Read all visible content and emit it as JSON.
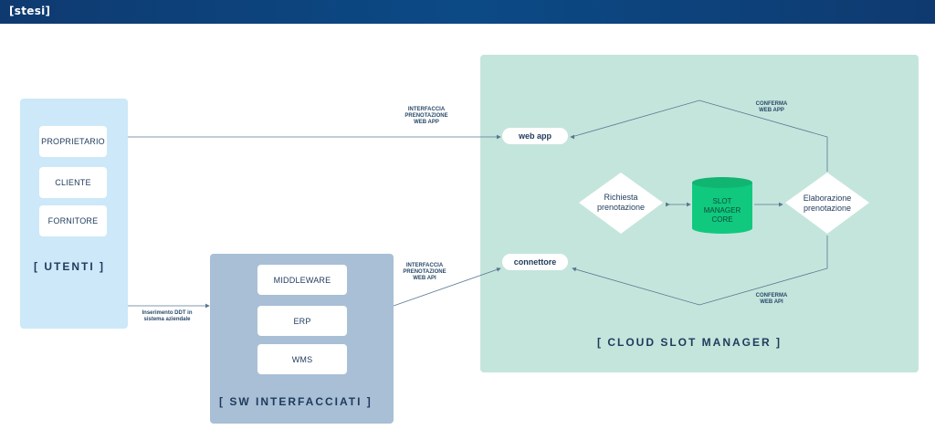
{
  "header": {
    "logo": "[stesi]"
  },
  "users": {
    "title": "[ UTENTI ]",
    "items": [
      "PROPRIETARIO",
      "CLIENTE",
      "FORNITORE"
    ]
  },
  "sw": {
    "title": "[ SW INTERFACCIATI ]",
    "items": [
      "MIDDLEWARE",
      "ERP",
      "WMS"
    ]
  },
  "cloud": {
    "title": "[ CLOUD SLOT MANAGER ]",
    "webapp": "web app",
    "connettore": "connettore",
    "richiesta": [
      "Richiesta",
      "prenotazione"
    ],
    "elaborazione": [
      "Elaborazione",
      "prenotazione"
    ],
    "core": [
      "SLOT",
      "MANAGER",
      "CORE"
    ]
  },
  "labels": {
    "interfaccia_webapp": [
      "INTERFACCIA",
      "PRENOTAZIONE",
      "WEB APP"
    ],
    "interfaccia_webapi": [
      "INTERFACCIA",
      "PRENOTAZIONE",
      "WEB API"
    ],
    "inserimento": [
      "Inserimento DDT in",
      "sistema aziendale"
    ],
    "conferma_webapp": [
      "CONFERMA",
      "WEB APP"
    ],
    "conferma_webapi": [
      "CONFERMA",
      "WEB API"
    ]
  },
  "colors": {
    "header": "#0c4a86",
    "users_panel": "#cde8f8",
    "sw_panel": "#a8bfd6",
    "cloud_panel": "#c4e5dc",
    "core": "#10c97e",
    "text": "#1e3a5c"
  }
}
